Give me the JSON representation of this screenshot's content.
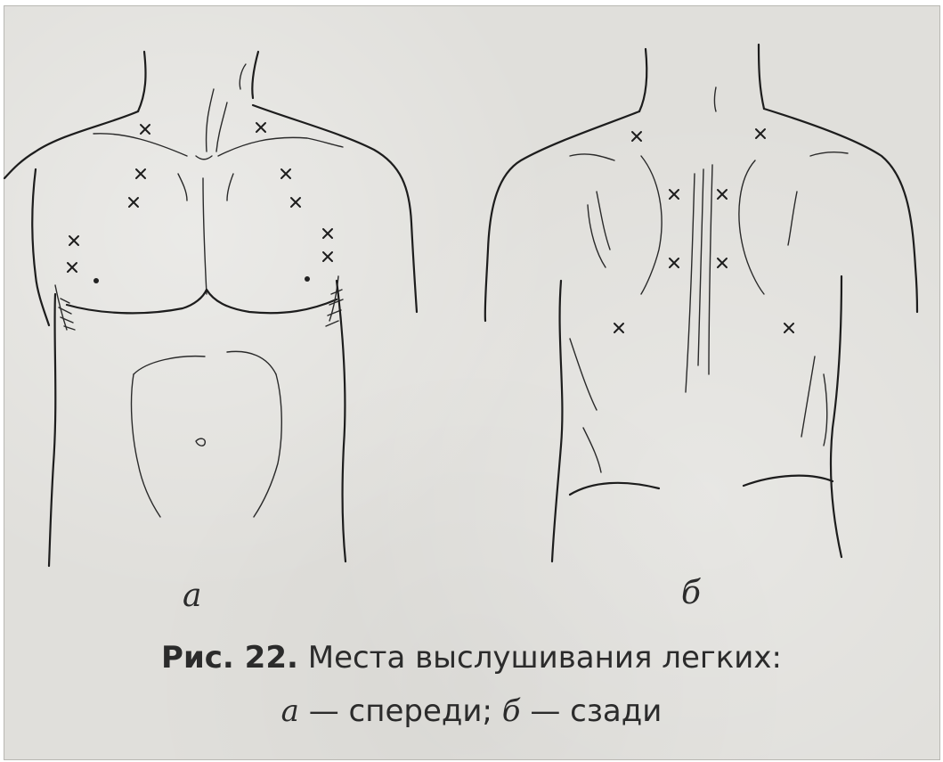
{
  "figure": {
    "sublabels": {
      "front": "а",
      "back": "б"
    },
    "caption": {
      "label": "Рис. 22.",
      "title": "Места выслушивания легких:",
      "front_letter": "а",
      "front_text": " — спереди; ",
      "back_letter": "б",
      "back_text": " — сзади"
    }
  }
}
